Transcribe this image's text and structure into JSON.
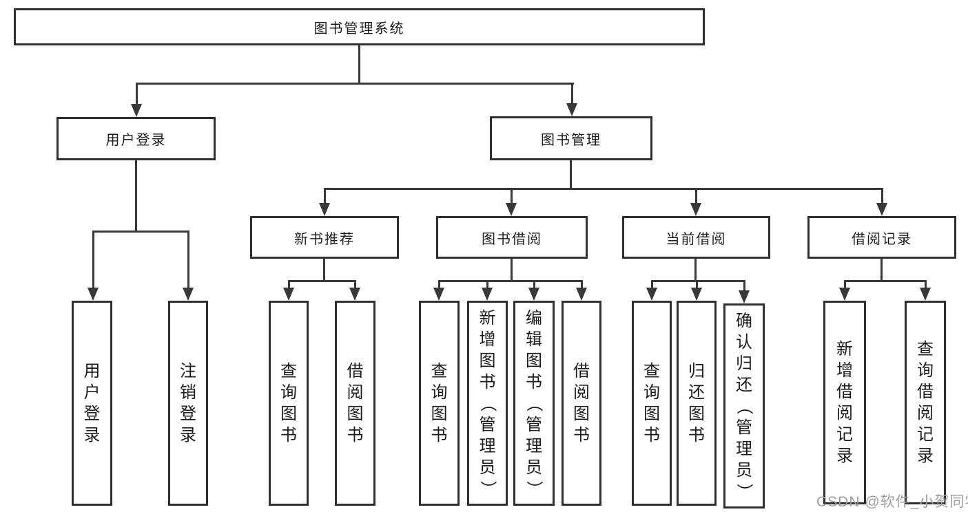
{
  "diagram": {
    "title": "图书管理系统",
    "root": {
      "label": "图书管理系统"
    },
    "branches": [
      {
        "label": "用户登录",
        "children": [
          {
            "label": "用户登录"
          },
          {
            "label": "注销登录"
          }
        ]
      },
      {
        "label": "图书管理",
        "children": [
          {
            "label": "新书推荐",
            "children": [
              {
                "label": "查询图书"
              },
              {
                "label": "借阅图书"
              }
            ]
          },
          {
            "label": "图书借阅",
            "children": [
              {
                "label": "查询图书"
              },
              {
                "label": "新增图书（管理员）"
              },
              {
                "label": "编辑图书（管理员）"
              },
              {
                "label": "借阅图书"
              }
            ]
          },
          {
            "label": "当前借阅",
            "children": [
              {
                "label": "查询图书"
              },
              {
                "label": "归还图书"
              },
              {
                "label": "确认归还（管理员）"
              }
            ]
          },
          {
            "label": "借阅记录",
            "children": [
              {
                "label": "新增借阅记录"
              },
              {
                "label": "查询借阅记录"
              }
            ]
          }
        ]
      }
    ]
  },
  "watermark": {
    "text": "CSDN @软件_小贺同学"
  },
  "colors": {
    "background": "#ffffff",
    "box_border": "#2f2f2f",
    "connector": "#383838",
    "text": "#1c1c1c",
    "watermark": "#9e9e9e"
  }
}
